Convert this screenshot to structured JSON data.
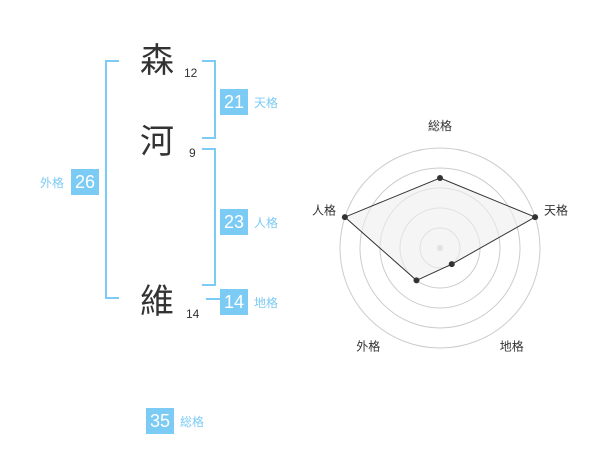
{
  "colors": {
    "accent": "#7ccbf4",
    "text": "#333333",
    "chart_line": "#333333",
    "chart_fill": "#eeeeee",
    "grid": "#cccccc"
  },
  "name": {
    "chars": [
      {
        "char": "森",
        "strokes": "12"
      },
      {
        "char": "河",
        "strokes": "9"
      },
      {
        "char": "維",
        "strokes": "14"
      }
    ]
  },
  "scores": {
    "tenkaku": {
      "value": "21",
      "label": "天格"
    },
    "jinkaku": {
      "value": "23",
      "label": "人格"
    },
    "chikaku": {
      "value": "14",
      "label": "地格"
    },
    "gaikaku": {
      "value": "26",
      "label": "外格"
    },
    "soukaku": {
      "value": "35",
      "label": "総格"
    }
  },
  "chart_data": {
    "type": "radar",
    "axes": [
      "総格",
      "天格",
      "地格",
      "外格",
      "人格"
    ],
    "values": [
      0.7,
      1.0,
      0.2,
      0.4,
      1.0
    ],
    "max": 1.0,
    "rings": 5
  }
}
